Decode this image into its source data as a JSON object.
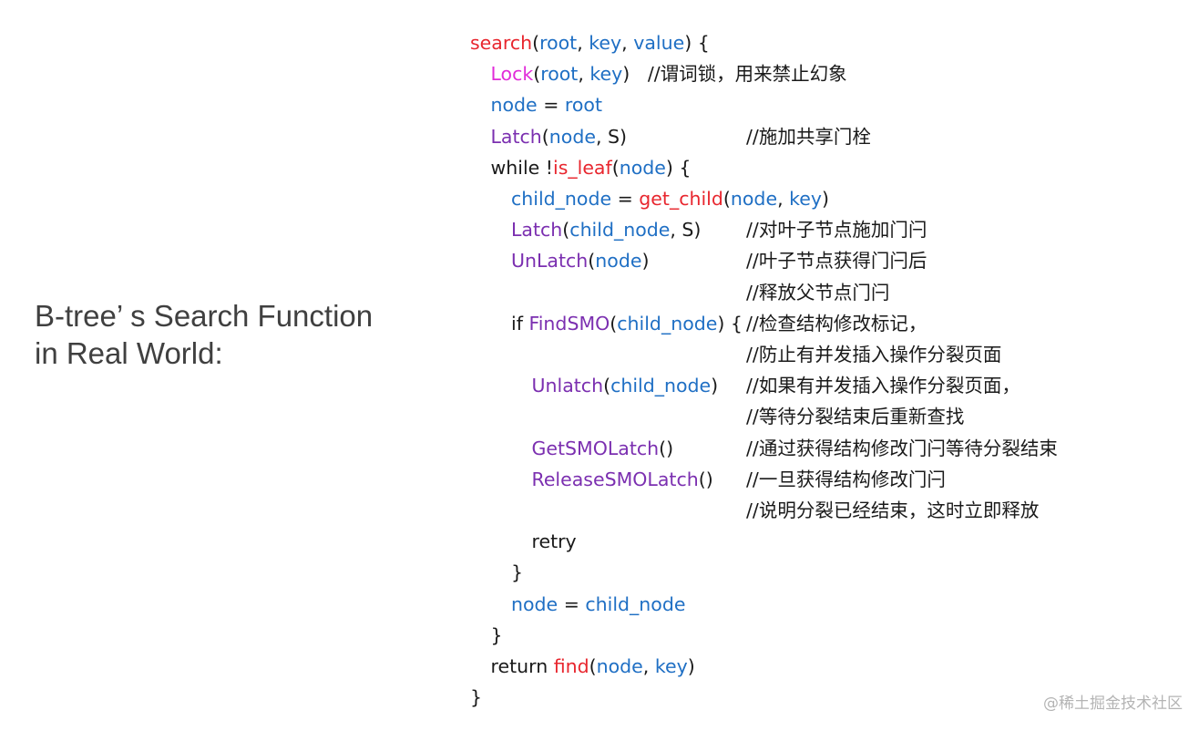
{
  "title": {
    "line1": "B-tree’ s Search Function",
    "line2": "in Real World:"
  },
  "colors": {
    "default": "#1a1a1a",
    "red": "#e8262e",
    "blue": "#1f6fc4",
    "magenta": "#e12cd9",
    "purple": "#7b2fb0"
  },
  "code": [
    {
      "indent": 0,
      "tokens": [
        {
          "t": "search",
          "c": "red"
        },
        {
          "t": "(",
          "c": "default"
        },
        {
          "t": "root",
          "c": "blue"
        },
        {
          "t": ", ",
          "c": "default"
        },
        {
          "t": "key",
          "c": "blue"
        },
        {
          "t": ", ",
          "c": "default"
        },
        {
          "t": "value",
          "c": "blue"
        },
        {
          "t": ") {",
          "c": "default"
        }
      ],
      "comment": ""
    },
    {
      "indent": 1,
      "tokens": [
        {
          "t": "Lock",
          "c": "magenta"
        },
        {
          "t": "(",
          "c": "default"
        },
        {
          "t": "root",
          "c": "blue"
        },
        {
          "t": ", ",
          "c": "default"
        },
        {
          "t": "key",
          "c": "blue"
        },
        {
          "t": ")   //谓词锁，用来禁止幻象",
          "c": "default"
        }
      ],
      "comment": ""
    },
    {
      "indent": 1,
      "tokens": [
        {
          "t": "node",
          "c": "blue"
        },
        {
          "t": " = ",
          "c": "default"
        },
        {
          "t": "root",
          "c": "blue"
        }
      ],
      "comment": ""
    },
    {
      "indent": 1,
      "tokens": [
        {
          "t": "Latch",
          "c": "purple"
        },
        {
          "t": "(",
          "c": "default"
        },
        {
          "t": "node",
          "c": "blue"
        },
        {
          "t": ", S)",
          "c": "default"
        }
      ],
      "comment": "//施加共享门栓"
    },
    {
      "indent": 1,
      "tokens": [
        {
          "t": "while !",
          "c": "default"
        },
        {
          "t": "is_leaf",
          "c": "red"
        },
        {
          "t": "(",
          "c": "default"
        },
        {
          "t": "node",
          "c": "blue"
        },
        {
          "t": ") {",
          "c": "default"
        }
      ],
      "comment": ""
    },
    {
      "indent": 2,
      "tokens": [
        {
          "t": "child_node",
          "c": "blue"
        },
        {
          "t": " = ",
          "c": "default"
        },
        {
          "t": "get_child",
          "c": "red"
        },
        {
          "t": "(",
          "c": "default"
        },
        {
          "t": "node",
          "c": "blue"
        },
        {
          "t": ", ",
          "c": "default"
        },
        {
          "t": "key",
          "c": "blue"
        },
        {
          "t": ")",
          "c": "default"
        }
      ],
      "comment": ""
    },
    {
      "indent": 2,
      "tokens": [
        {
          "t": "Latch",
          "c": "purple"
        },
        {
          "t": "(",
          "c": "default"
        },
        {
          "t": "child_node",
          "c": "blue"
        },
        {
          "t": ", S)",
          "c": "default"
        }
      ],
      "comment": "//对叶子节点施加门闩"
    },
    {
      "indent": 2,
      "tokens": [
        {
          "t": "UnLatch",
          "c": "purple"
        },
        {
          "t": "(",
          "c": "default"
        },
        {
          "t": "node",
          "c": "blue"
        },
        {
          "t": ")",
          "c": "default"
        }
      ],
      "comment": "//叶子节点获得门闩后"
    },
    {
      "indent": 2,
      "tokens": [],
      "comment": "//释放父节点门闩"
    },
    {
      "indent": 2,
      "tokens": [
        {
          "t": "if ",
          "c": "default"
        },
        {
          "t": "FindSMO",
          "c": "purple"
        },
        {
          "t": "(",
          "c": "default"
        },
        {
          "t": "child_node",
          "c": "blue"
        },
        {
          "t": ") {",
          "c": "default"
        }
      ],
      "comment": "//检查结构修改标记，"
    },
    {
      "indent": 3,
      "tokens": [],
      "comment": "//防止有并发插入操作分裂页面"
    },
    {
      "indent": 3,
      "tokens": [
        {
          "t": "Unlatch",
          "c": "purple"
        },
        {
          "t": "(",
          "c": "default"
        },
        {
          "t": "child_node",
          "c": "blue"
        },
        {
          "t": ")",
          "c": "default"
        }
      ],
      "comment": "//如果有并发插入操作分裂页面，"
    },
    {
      "indent": 3,
      "tokens": [],
      "comment": "//等待分裂结束后重新查找"
    },
    {
      "indent": 3,
      "tokens": [
        {
          "t": "GetSMOLatch",
          "c": "purple"
        },
        {
          "t": "()",
          "c": "default"
        }
      ],
      "comment": "//通过获得结构修改门闩等待分裂结束"
    },
    {
      "indent": 3,
      "tokens": [
        {
          "t": "ReleaseSMOLatch",
          "c": "purple"
        },
        {
          "t": "()",
          "c": "default"
        }
      ],
      "comment": "//一旦获得结构修改门闩"
    },
    {
      "indent": 3,
      "tokens": [],
      "comment": "//说明分裂已经结束，这时立即释放"
    },
    {
      "indent": 3,
      "tokens": [
        {
          "t": "retry",
          "c": "default"
        }
      ],
      "comment": ""
    },
    {
      "indent": 2,
      "tokens": [
        {
          "t": "}",
          "c": "default"
        }
      ],
      "comment": ""
    },
    {
      "indent": 2,
      "tokens": [
        {
          "t": "node",
          "c": "blue"
        },
        {
          "t": " = ",
          "c": "default"
        },
        {
          "t": "child_node",
          "c": "blue"
        }
      ],
      "comment": ""
    },
    {
      "indent": 1,
      "tokens": [
        {
          "t": "}",
          "c": "default"
        }
      ],
      "comment": ""
    },
    {
      "indent": 1,
      "tokens": [
        {
          "t": "return ",
          "c": "default"
        },
        {
          "t": "find",
          "c": "red"
        },
        {
          "t": "(",
          "c": "default"
        },
        {
          "t": "node",
          "c": "blue"
        },
        {
          "t": ", ",
          "c": "default"
        },
        {
          "t": "key",
          "c": "blue"
        },
        {
          "t": ")",
          "c": "default"
        }
      ],
      "comment": ""
    },
    {
      "indent": 0,
      "tokens": [
        {
          "t": "}",
          "c": "default"
        }
      ],
      "comment": ""
    }
  ],
  "watermark": "@稀土掘金技术社区"
}
